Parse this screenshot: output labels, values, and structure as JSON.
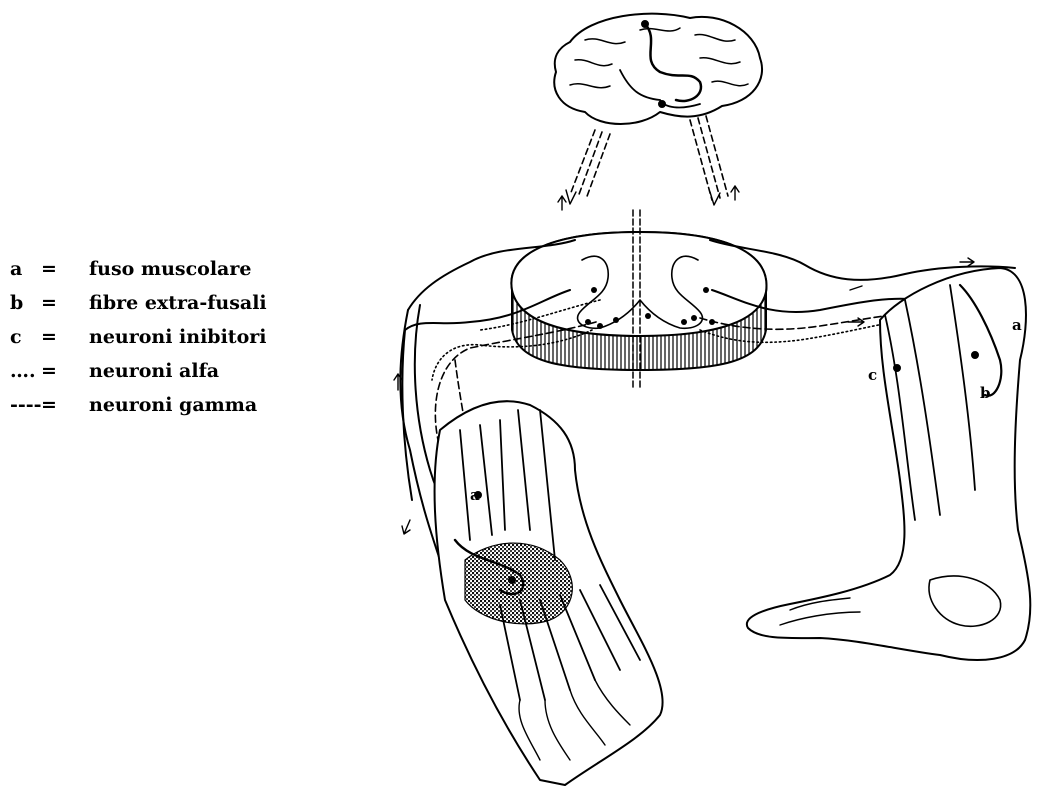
{
  "legend": [
    {
      "key": "a",
      "sep": "=",
      "desc": "fuso muscolare"
    },
    {
      "key": "b",
      "sep": "=",
      "desc": "fibre extra-fusali"
    },
    {
      "key": "c",
      "sep": "=",
      "desc": "neuroni inibitori"
    },
    {
      "key": "….",
      "sep": "=",
      "desc": "neuroni alfa"
    },
    {
      "key": "----",
      "sep": "=",
      "desc": "neuroni gamma"
    }
  ],
  "illustration_labels": {
    "a": "a",
    "b": "b",
    "c": "c"
  },
  "colors": {
    "ink": "#000000",
    "background": "#ffffff",
    "stipple": "#bdbdbd"
  }
}
